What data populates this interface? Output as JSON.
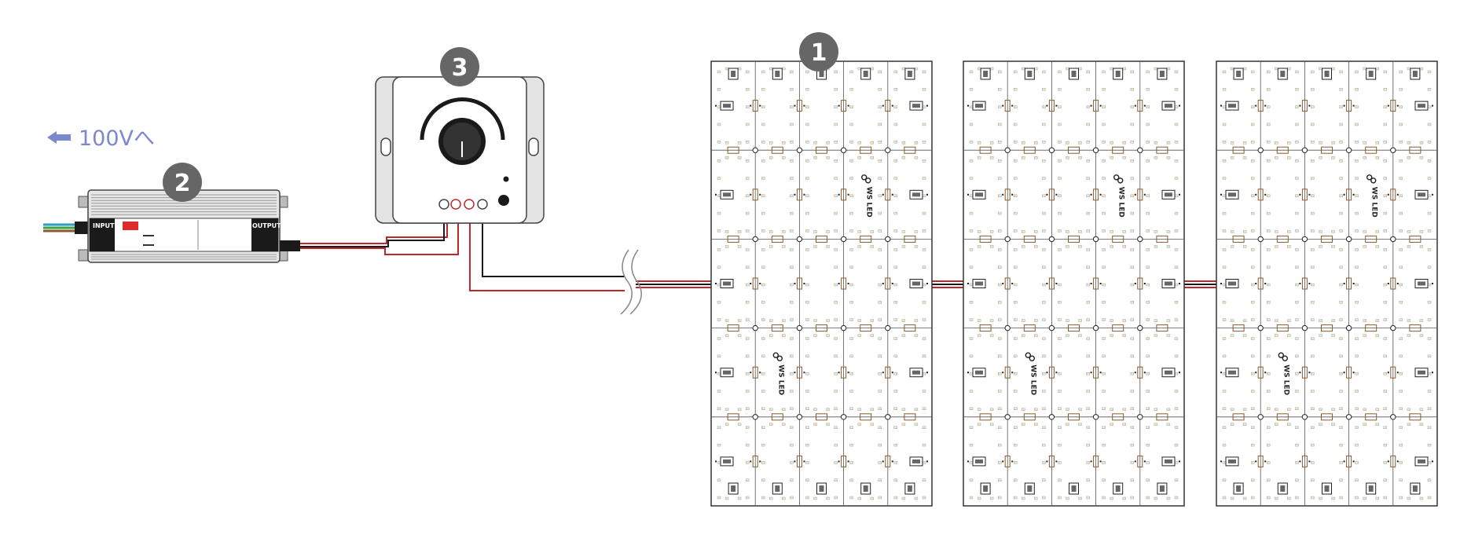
{
  "colors": {
    "accent": "#7b88cf",
    "badge": "#666666",
    "wire_red": "#c0262c",
    "wire_black": "#1a1a1a",
    "panel_border": "#333333",
    "led_chip": "#e8e6c8"
  },
  "badges": {
    "led_panel": "1",
    "power_supply": "2",
    "dimmer": "3"
  },
  "supply_label": "100Vへ",
  "power_supply": {
    "input_label": "INPUT",
    "output_label": "OUTPUT"
  },
  "panel": {
    "logo_text": "WS LED",
    "count": 3,
    "columns": 5,
    "rows": 5
  },
  "icons": [
    "arrow-left-icon",
    "dimmer-knob-icon",
    "wave-break-icon",
    "ws-logo-icon"
  ]
}
